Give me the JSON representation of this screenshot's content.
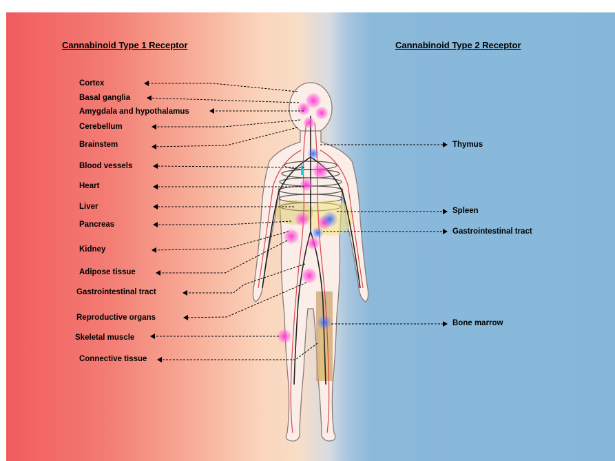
{
  "titles": {
    "cb1": "Cannabinoid Type 1 Receptor",
    "cb2": "Cannabinoid Type 2 Receptor"
  },
  "cb1_labels": [
    "Cortex",
    "Basal ganglia",
    "Amygdala and hypothalamus",
    "Cerebellum",
    "Brainstem",
    "Blood vessels",
    "Heart",
    "Liver",
    "Pancreas",
    "Kidney",
    "Adipose tissue",
    "Gastrointestinal tract",
    "Reproductive organs",
    "Skeletal muscle",
    "Connective tissue"
  ],
  "cb2_labels": [
    "Thymus",
    "Spleen",
    "Gastrointestinal tract",
    "Bone marrow"
  ],
  "colors": {
    "left_bg": "#f15b5f",
    "right_bg": "#86b7d9",
    "highlight": "#ff44d9",
    "vessel": "#d9343a"
  }
}
